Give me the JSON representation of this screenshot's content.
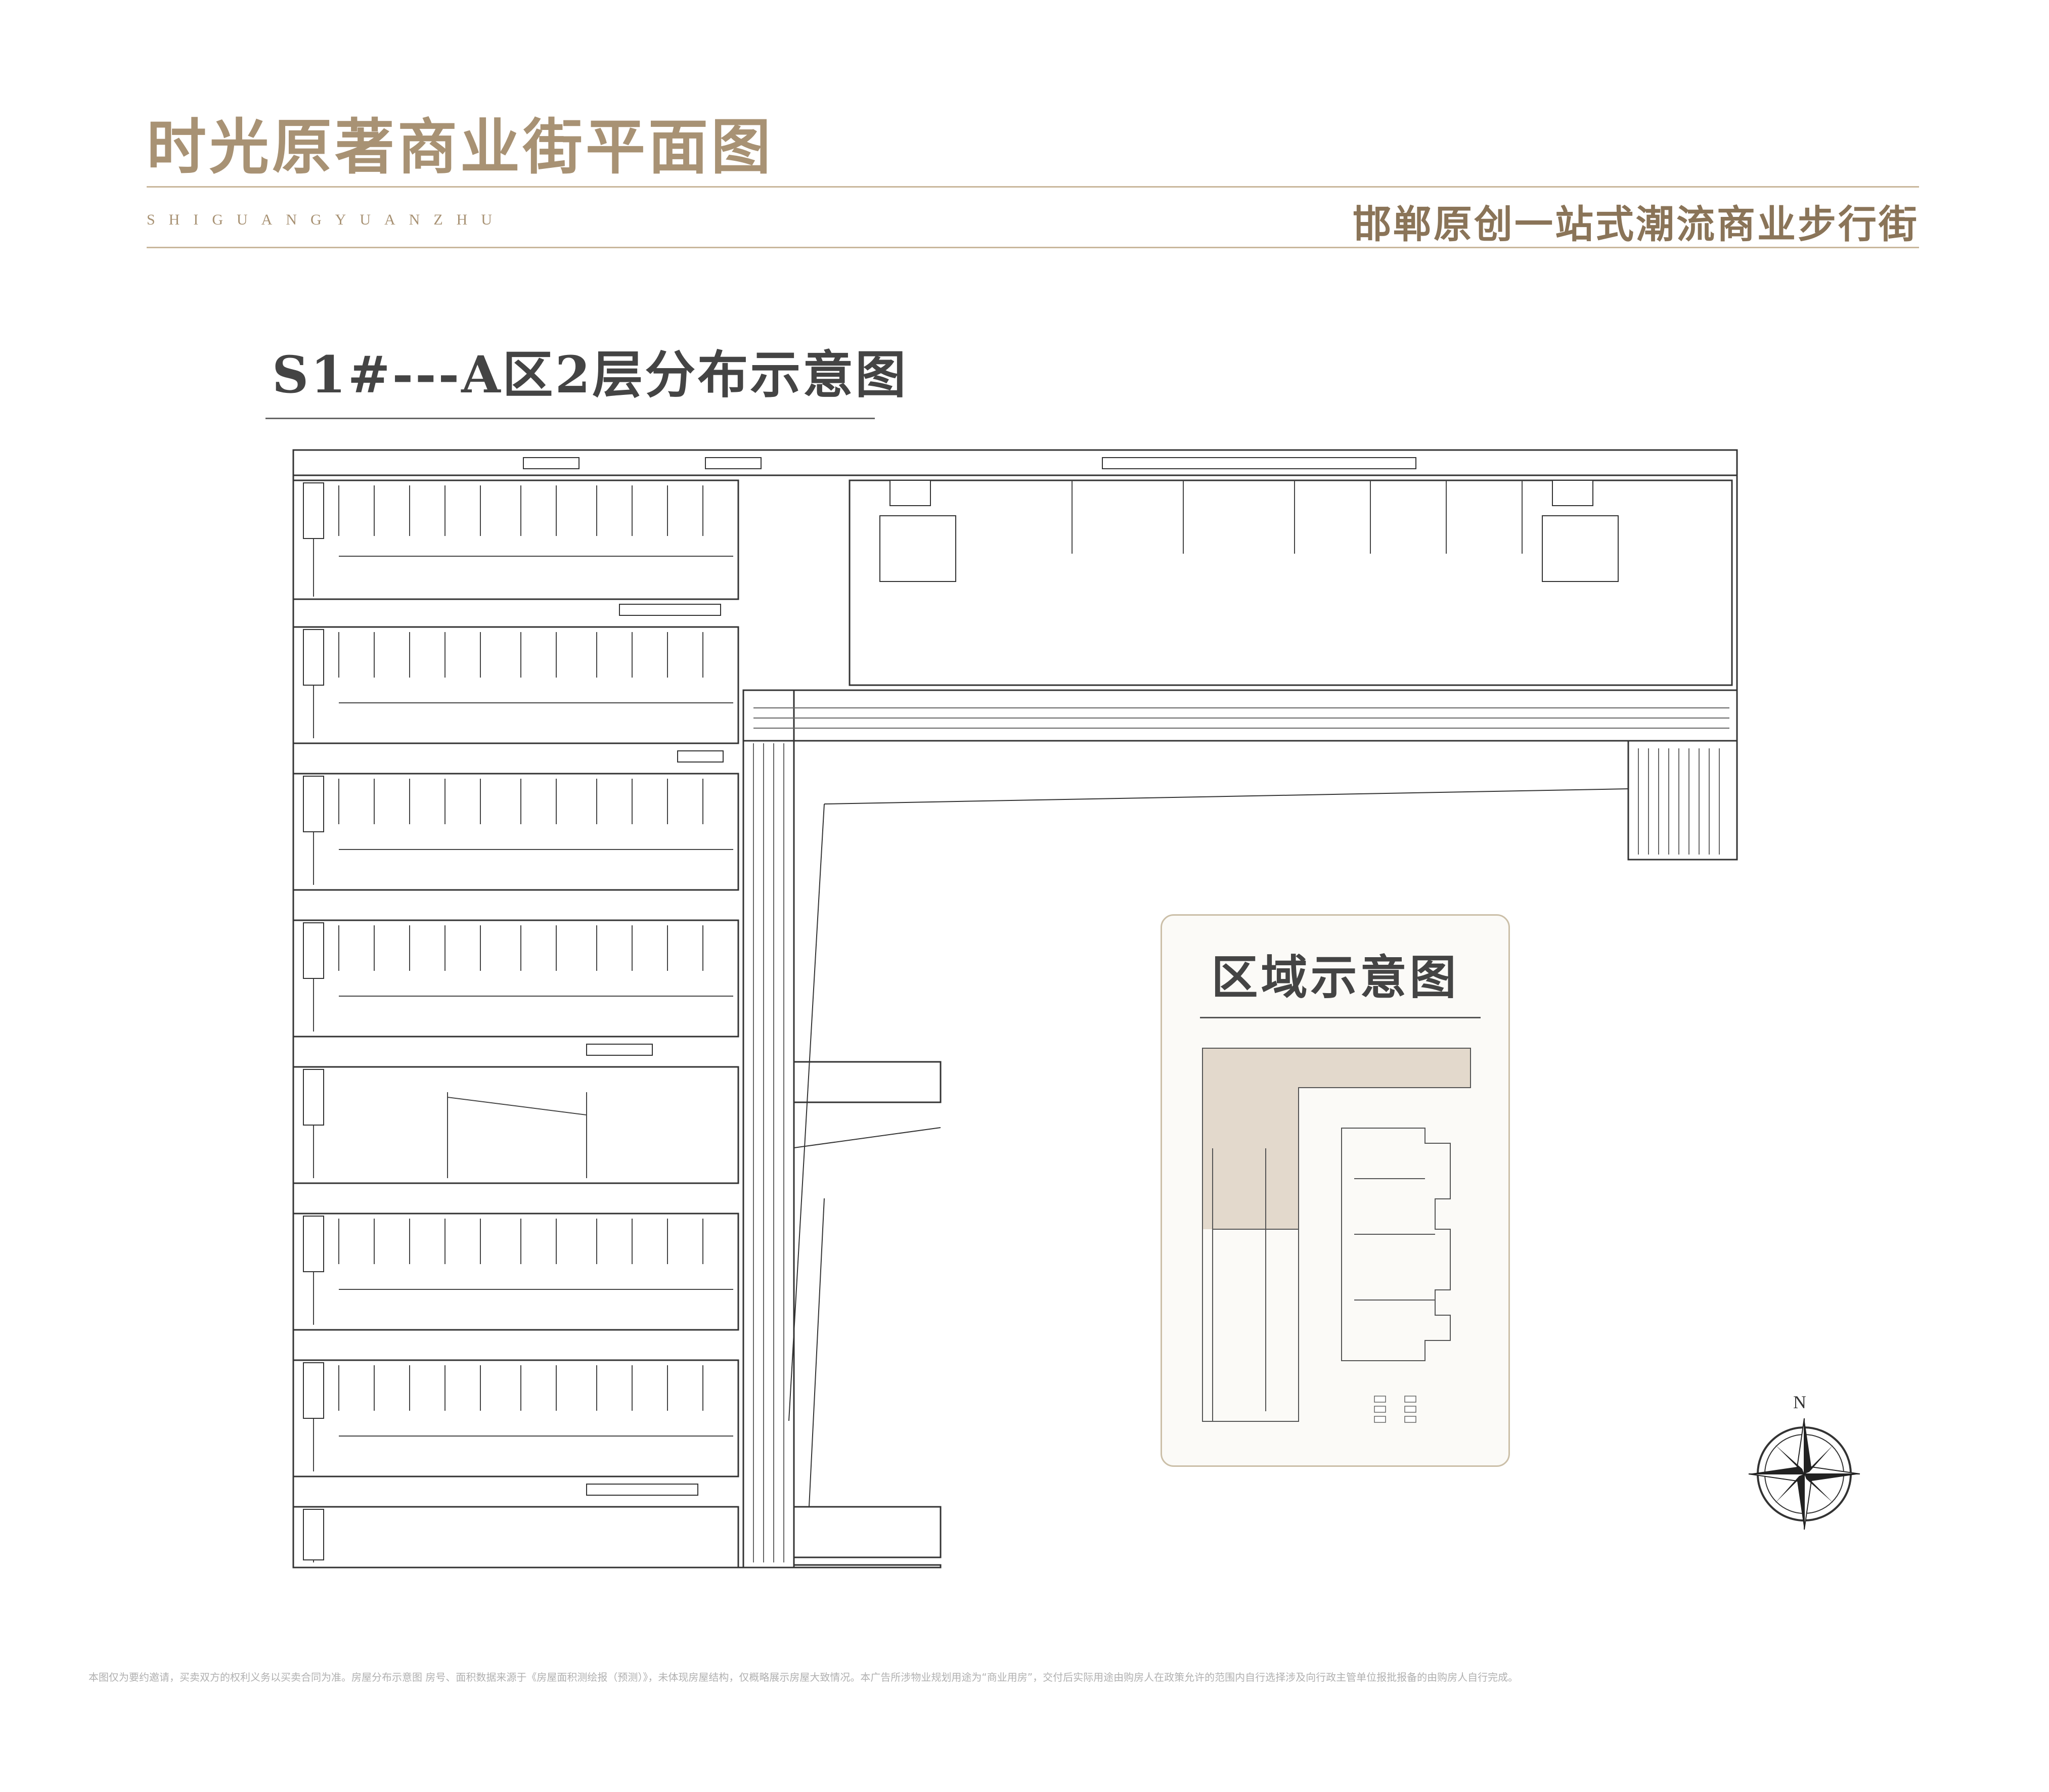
{
  "header": {
    "title": "时光原著商业街平面图",
    "pinyin": "SHIGUANGYUANZHU",
    "slogan": "邯郸原创一站式潮流商业步行街"
  },
  "plan": {
    "title": "S1#---A区2层分布示意图"
  },
  "region_map": {
    "title": "区域示意图",
    "highlight_color": "#e3d9cc"
  },
  "compass": {
    "north_label": "N"
  },
  "footer": {
    "disclaimer": "本图仅为要约邀请，买卖双方的权利义务以买卖合同为准。房屋分布示意图 房号、面积数据来源于《房屋面积测绘报（预测）》，未体现房屋结构，仅概略展示房屋大致情况。本广告所涉物业规划用途为“商业用房”，交付后实际用途由购房人在政策允许的范围内自行选择涉及向行政主管单位报批报备的由购房人自行完成。"
  },
  "colors": {
    "brand_gold": "#a89274",
    "line": "#333333"
  }
}
